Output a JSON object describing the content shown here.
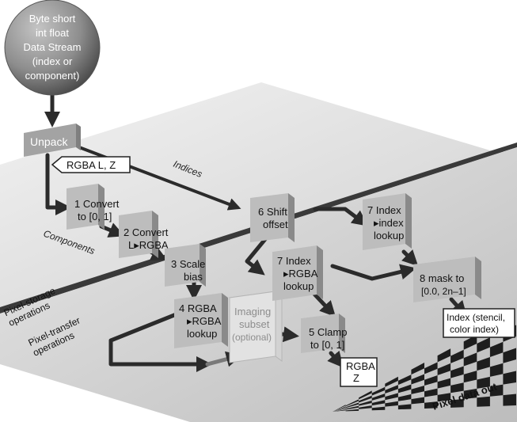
{
  "source": {
    "lines": [
      "Byte short",
      "int float",
      "Data Stream",
      "(index or",
      "component)"
    ]
  },
  "unpack": {
    "label": "Unpack"
  },
  "formats": {
    "rgba_lz": "RGBA L, Z"
  },
  "paths": {
    "indices": "Indices",
    "components": "Components"
  },
  "planes": {
    "storage": [
      "Pixel-storage",
      "operations"
    ],
    "transfer": [
      "Pixel-transfer",
      "operations"
    ]
  },
  "steps": {
    "convert_01": {
      "num": "1",
      "lines": [
        "Convert",
        "to [0, 1]"
      ]
    },
    "convert_l_rgba": {
      "num": "2",
      "lines": [
        "Convert",
        "L▸RGBA"
      ]
    },
    "scale_bias": {
      "num": "3",
      "lines": [
        "Scale",
        "bias"
      ]
    },
    "rgba_lookup": {
      "num": "4",
      "lines": [
        "RGBA",
        "▸RGBA",
        "lookup"
      ]
    },
    "clamp": {
      "num": "5",
      "lines": [
        "Clamp",
        "to [0, 1]"
      ]
    },
    "shift_offset": {
      "num": "6",
      "lines": [
        "Shift",
        "offset"
      ]
    },
    "index_rgba": {
      "num": "7",
      "lines": [
        "Index",
        "▸RGBA",
        "lookup"
      ]
    },
    "index_index": {
      "num": "7",
      "lines": [
        "Index",
        "▸index",
        "lookup"
      ]
    },
    "mask": {
      "num": "8",
      "lines": [
        "mask to",
        "[0.0, 2n–1]"
      ]
    }
  },
  "imaging": {
    "lines": [
      "Imaging",
      "subset",
      "(optional)"
    ]
  },
  "outputs": {
    "rgba_z": [
      "RGBA",
      "Z"
    ],
    "index": [
      "Index (stencil,",
      "color index)"
    ],
    "pixel_out": "Pixel data out"
  },
  "colors": {
    "plane_light": "#e4e4e4",
    "plane_mid": "#c9c9c9",
    "box_face": "#bdbdbd",
    "box_top": "#e6e6e6",
    "box_side": "#8a8a8a",
    "arrow": "#2b2b2b",
    "sphere": "#8c8c8c"
  }
}
